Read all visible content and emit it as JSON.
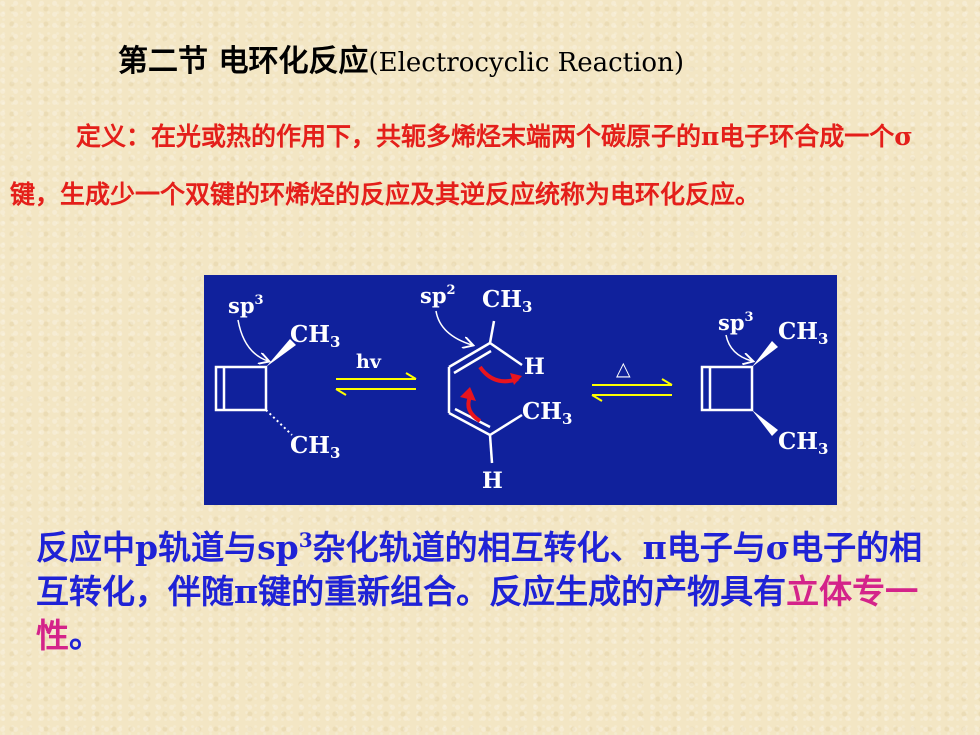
{
  "title": {
    "zh": "第二节 电环化反应",
    "en": "(Electrocyclic Reaction)"
  },
  "definition": "定义：在光或热的作用下，共轭多烯烃末端两个碳原子的π电子环合成一个σ键，生成少一个双键的环烯烃的反应及其逆反应统称为电环化反应。",
  "figure": {
    "left": {
      "hybrid": "sp",
      "hybrid_sup": "3",
      "top_group": "CH",
      "top_sub": "3",
      "bottom_group": "CH",
      "bottom_sub": "3"
    },
    "photo_label": "hv",
    "middle": {
      "hybrid": "sp",
      "hybrid_sup": "2",
      "top_group": "CH",
      "top_sub": "3",
      "h_right": "H",
      "mid_group": "CH",
      "mid_sub": "3",
      "h_bottom": "H"
    },
    "heat_label": "△",
    "right": {
      "hybrid": "sp",
      "hybrid_sup": "3",
      "top_group": "CH",
      "top_sub": "3",
      "bottom_group": "CH",
      "bottom_sub": "3"
    },
    "colors": {
      "background": "#10219c",
      "bonds": "#ffffff",
      "equilibrium_arrows": "#ffff00",
      "electron_arrows": "#e8141e"
    }
  },
  "summary": {
    "part1": "反应中p轨道与sp",
    "sup": "3",
    "part2": "杂化轨道的相互转化、π电子与σ电子的相互转化，伴随π键的重新组合。反应生成的产物具有",
    "highlight": "立体专一性",
    "part3": "。"
  }
}
